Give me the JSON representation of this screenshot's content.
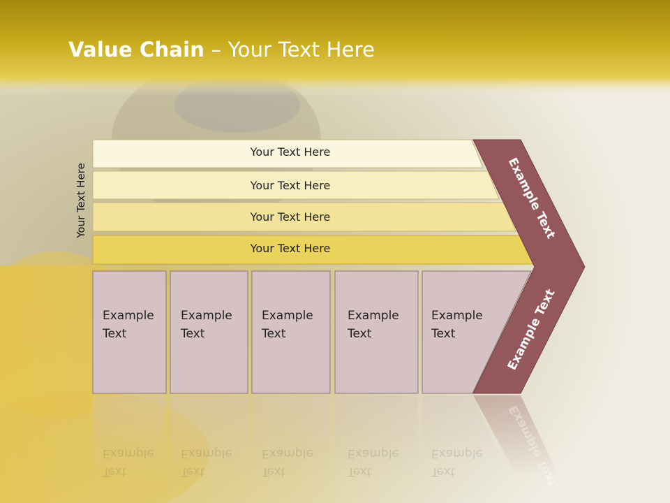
{
  "slide": {
    "title_bold": "Value Chain",
    "title_rest": " – Your Text Here",
    "side_label": "Your Text Here"
  },
  "bands": [
    {
      "label": "Your Text Here",
      "color": "#fbf6df"
    },
    {
      "label": "Your Text Here",
      "color": "#f8efc2"
    },
    {
      "label": "Your Text Here",
      "color": "#f3e39a"
    },
    {
      "label": "Your Text Here",
      "color": "#ead35a"
    }
  ],
  "boxes": [
    {
      "line1": "Example",
      "line2": "Text"
    },
    {
      "line1": "Example",
      "line2": "Text"
    },
    {
      "line1": "Example",
      "line2": "Text"
    },
    {
      "line1": "Example",
      "line2": "Text"
    },
    {
      "line1": "Example",
      "line2": "Text"
    }
  ],
  "arrow": {
    "upper_text": "Example Text",
    "lower_text": "Example Text",
    "color": "#94585c"
  },
  "colors": {
    "header": "#c9ac1c",
    "box_fill": "#d6c1c4",
    "box_stroke": "#8a7478"
  }
}
